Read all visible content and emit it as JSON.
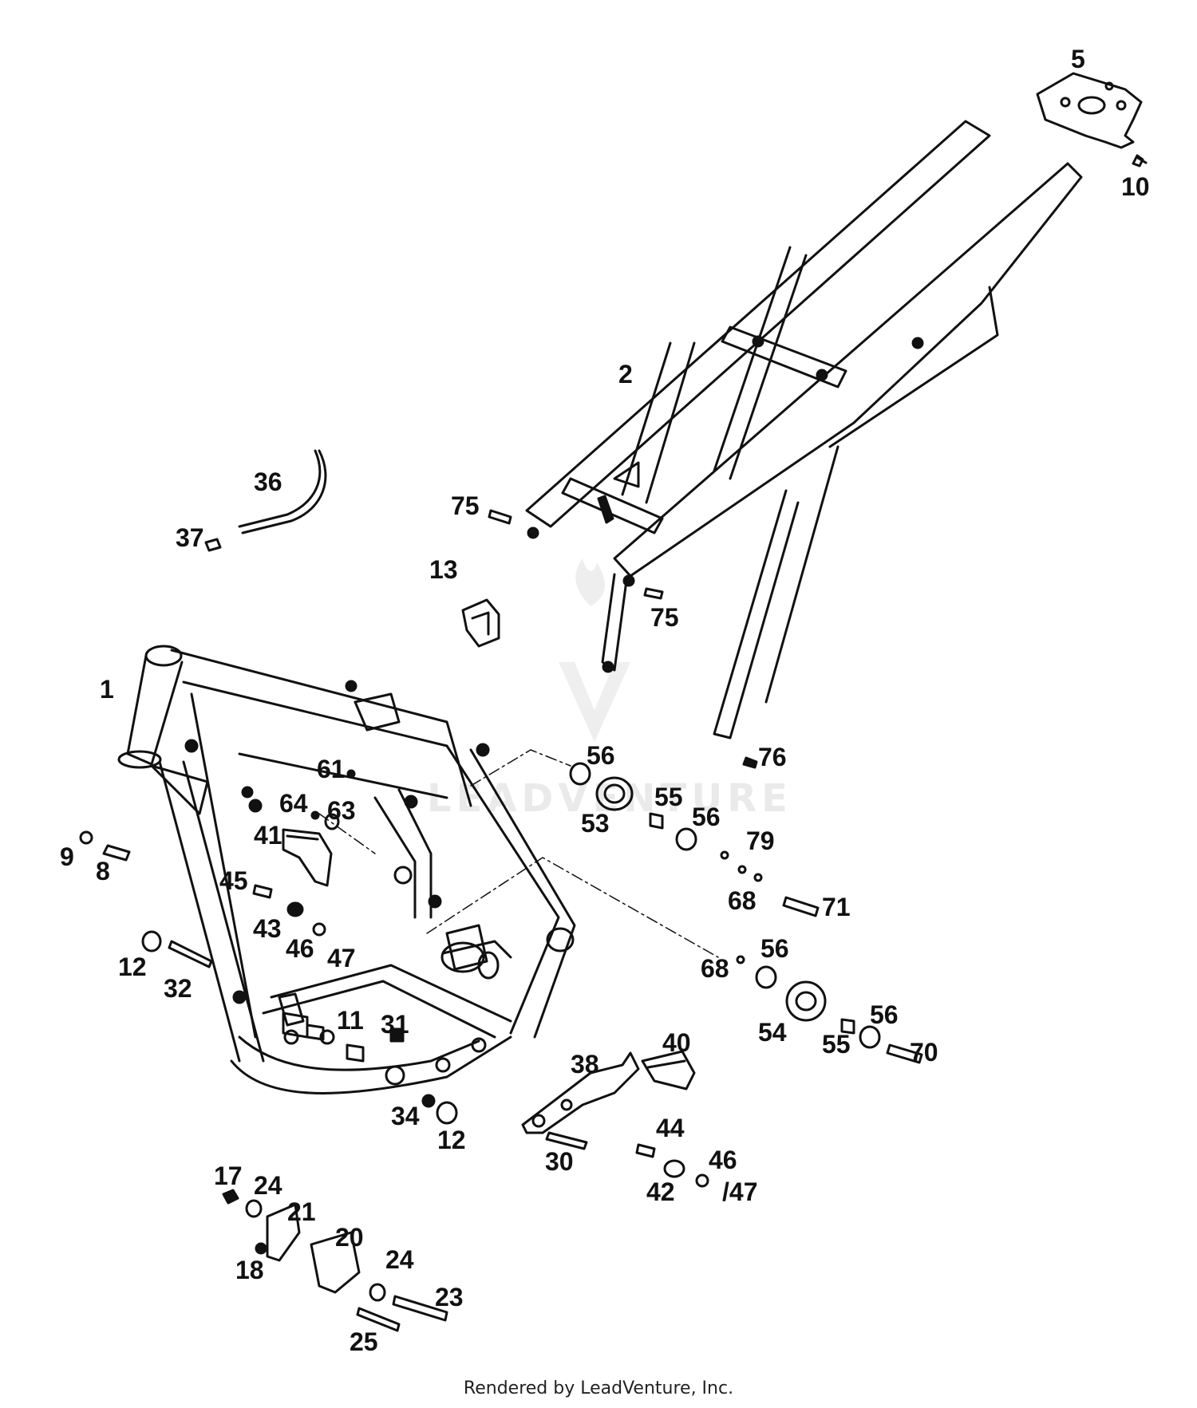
{
  "watermark": {
    "text": "LEADVENTURE",
    "color": "#e6e6e6"
  },
  "footer": {
    "text": "Rendered by LeadVenture, Inc."
  },
  "callouts": [
    "5",
    "10",
    "2",
    "36",
    "37",
    "75",
    "75",
    "13",
    "1",
    "61",
    "56",
    "64",
    "63",
    "53",
    "55",
    "56",
    "79",
    "41",
    "9",
    "8",
    "45",
    "68",
    "71",
    "43",
    "46",
    "47",
    "12",
    "32",
    "68",
    "56",
    "11",
    "31",
    "54",
    "55",
    "56",
    "70",
    "40",
    "38",
    "34",
    "12",
    "44",
    "30",
    "46",
    "42",
    "/47",
    "17",
    "24",
    "21",
    "20",
    "18",
    "24",
    "23",
    "25",
    "76"
  ]
}
